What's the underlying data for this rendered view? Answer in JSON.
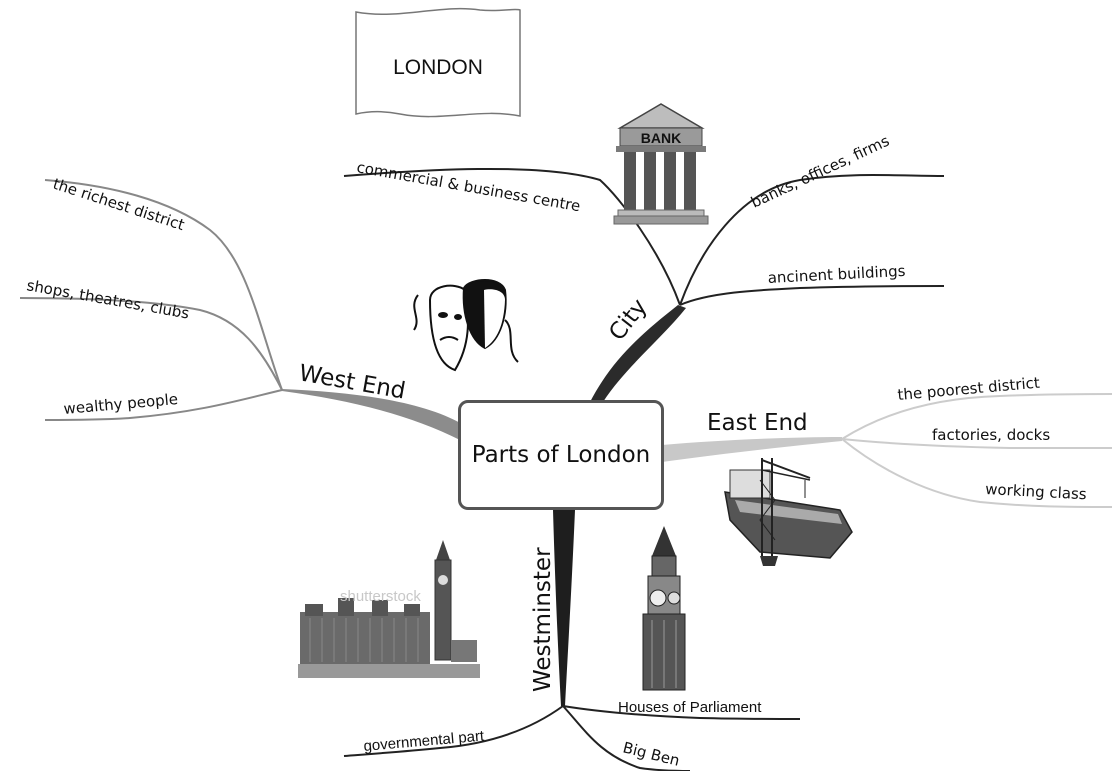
{
  "flag": {
    "title": "LONDON"
  },
  "center": {
    "title": "Parts of London"
  },
  "branches": {
    "city": {
      "label": "City",
      "items": [
        "commercial & business centre",
        "banks, offices, firms",
        "ancinent buildings"
      ],
      "icon": "bank-building-icon",
      "icon_text": "BANK"
    },
    "west_end": {
      "label": "West End",
      "items": [
        "the richest district",
        "shops, theatres, clubs",
        "wealthy people"
      ],
      "icon": "theatre-masks-icon"
    },
    "east_end": {
      "label": "East End",
      "items": [
        "the poorest district",
        "factories, docks",
        "working class"
      ],
      "icon": "ship-crane-dock-icon"
    },
    "westminster": {
      "label": "Westminster",
      "items": [
        "governmental part",
        "Houses of Parliament",
        "Big Ben"
      ],
      "icon": "big-ben-icon",
      "photo": "houses-of-parliament-photo",
      "photo_watermark": "shutterstock"
    }
  },
  "colors": {
    "city_branch": "#2b2b2b",
    "west_branch": "#8c8c8c",
    "east_branch": "#c8c8c8",
    "westminster_branch": "#1e1e1e"
  }
}
